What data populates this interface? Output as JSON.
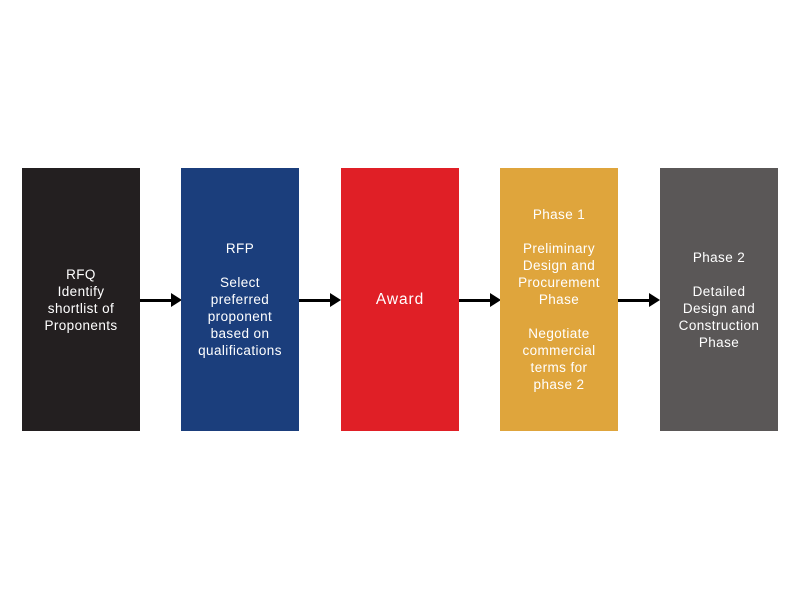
{
  "page": {
    "background_color": "#ffffff",
    "description": "Five-step procurement process flow diagram"
  },
  "flow": {
    "arrow_color": "#000000",
    "steps": [
      {
        "id": "rfq",
        "text": "RFQ\nIdentify\nshortlist of\nProponents",
        "color": "#231f20",
        "text_color": "#ffffff"
      },
      {
        "id": "rfp",
        "text": "RFP\n\nSelect\npreferred\nproponent\nbased on\nqualifications",
        "color": "#1b3e7c",
        "text_color": "#ffffff"
      },
      {
        "id": "award",
        "text": "Award",
        "color": "#e01f26",
        "text_color": "#ffffff"
      },
      {
        "id": "phase-1",
        "text": "Phase 1\n\nPreliminary\nDesign and\nProcurement\nPhase\n\nNegotiate\ncommercial\nterms for\nphase 2",
        "color": "#dfa53c",
        "text_color": "#ffffff"
      },
      {
        "id": "phase-2",
        "text": "Phase 2\n\nDetailed\nDesign and\nConstruction\nPhase",
        "color": "#5a5757",
        "text_color": "#ffffff"
      }
    ]
  }
}
